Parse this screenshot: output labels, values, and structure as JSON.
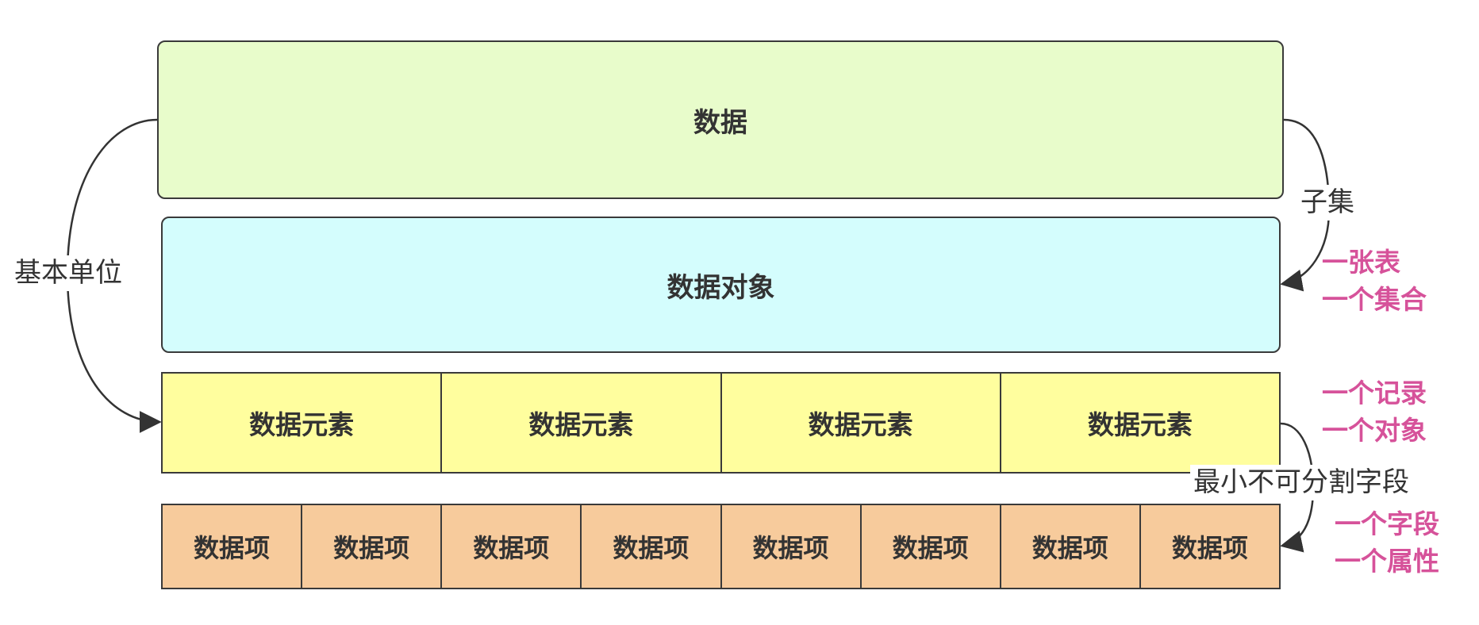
{
  "colors": {
    "data_fill": "#e8fccb",
    "object_fill": "#d4fdfd",
    "element_fill": "#fffe9e",
    "item_fill": "#f7cb9c",
    "border": "#3a3a3a",
    "accent_text": "#d6529a",
    "text": "#333333"
  },
  "boxes": {
    "data": "数据",
    "data_object": "数据对象"
  },
  "elements": [
    "数据元素",
    "数据元素",
    "数据元素",
    "数据元素"
  ],
  "items": [
    "数据项",
    "数据项",
    "数据项",
    "数据项",
    "数据项",
    "数据项",
    "数据项",
    "数据项"
  ],
  "edges": {
    "basic_unit": "基本单位",
    "subset": "子集",
    "smallest_field": "最小不可分割字段"
  },
  "notes": {
    "object": [
      "一张表",
      "一个集合"
    ],
    "element": [
      "一个记录",
      "一个对象"
    ],
    "item": [
      "一个字段",
      "一个属性"
    ]
  }
}
